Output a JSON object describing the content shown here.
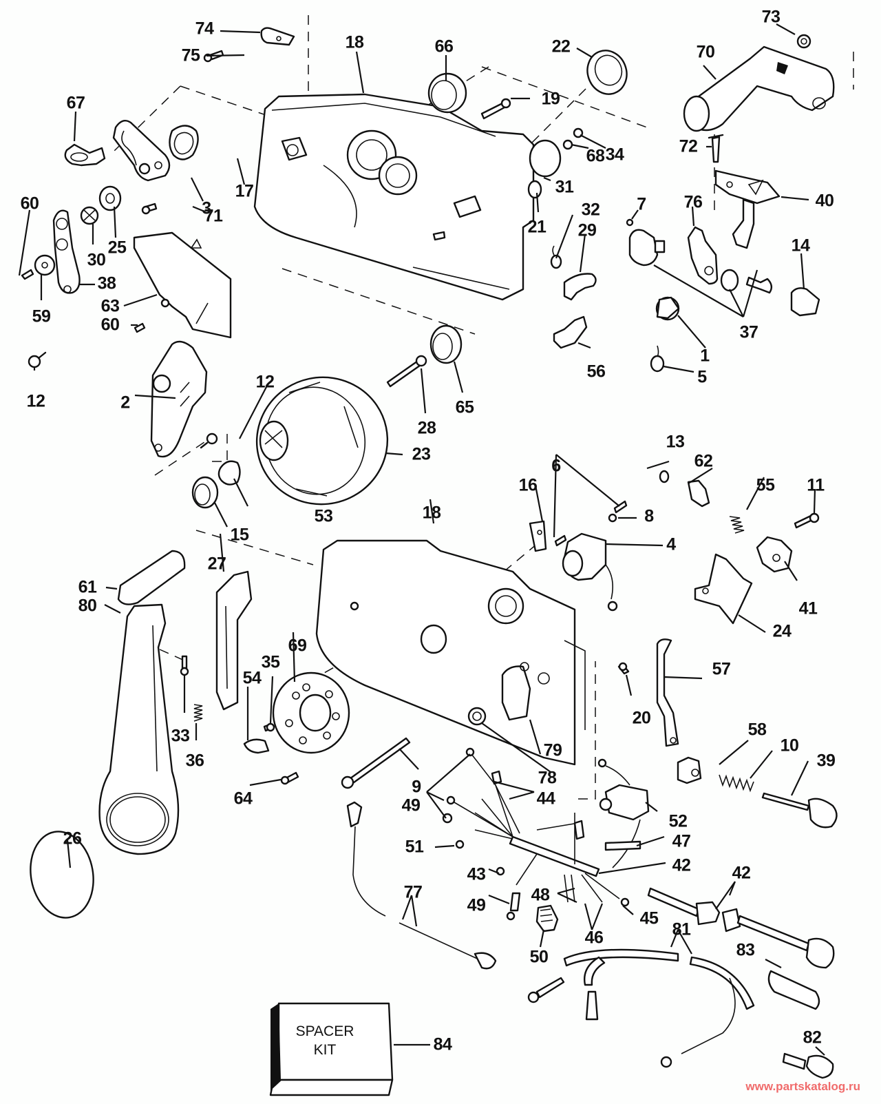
{
  "diagram": {
    "title": "Remote control exploded parts view",
    "kind": "exploded-parts-diagram",
    "callouts": [
      {
        "id": "c74",
        "label": "74",
        "part": "cover plate"
      },
      {
        "id": "c75",
        "label": "75",
        "part": "screw"
      },
      {
        "id": "c18a",
        "label": "18",
        "part": "housing, inner"
      },
      {
        "id": "c66",
        "label": "66",
        "part": "bushing"
      },
      {
        "id": "c22",
        "label": "22",
        "part": "seal ring"
      },
      {
        "id": "c73",
        "label": "73",
        "part": "nut"
      },
      {
        "id": "c70",
        "label": "70",
        "part": "control handle arm"
      },
      {
        "id": "c19",
        "label": "19",
        "part": "screw"
      },
      {
        "id": "c67",
        "label": "67",
        "part": "lever"
      },
      {
        "id": "c3",
        "label": "3",
        "part": "cam plate"
      },
      {
        "id": "c17",
        "label": "17",
        "part": "wave washer"
      },
      {
        "id": "c71",
        "label": "71",
        "part": "screw"
      },
      {
        "id": "c31",
        "label": "31",
        "part": "disc"
      },
      {
        "id": "c68",
        "label": "68",
        "part": "nut"
      },
      {
        "id": "c34",
        "label": "34",
        "part": "nut"
      },
      {
        "id": "c72",
        "label": "72",
        "part": "screw"
      },
      {
        "id": "c40",
        "label": "40",
        "part": "neutral lock lever"
      },
      {
        "id": "c60a",
        "label": "60",
        "part": "screw"
      },
      {
        "id": "c30",
        "label": "30",
        "part": "nut"
      },
      {
        "id": "c25",
        "label": "25",
        "part": "washer"
      },
      {
        "id": "c21",
        "label": "21",
        "part": "grommet"
      },
      {
        "id": "c7",
        "label": "7",
        "part": "screw"
      },
      {
        "id": "c76",
        "label": "76",
        "part": "bracket"
      },
      {
        "id": "c32",
        "label": "32",
        "part": "spring"
      },
      {
        "id": "c29",
        "label": "29",
        "part": "detent"
      },
      {
        "id": "c14",
        "label": "14",
        "part": "knob"
      },
      {
        "id": "c38",
        "label": "38",
        "part": "link arm"
      },
      {
        "id": "c59",
        "label": "59",
        "part": "washer"
      },
      {
        "id": "c63",
        "label": "63",
        "part": "decal plate"
      },
      {
        "id": "c60b",
        "label": "60",
        "part": "screw"
      },
      {
        "id": "c37",
        "label": "37",
        "part": "ignition switch kit"
      },
      {
        "id": "c1",
        "label": "1",
        "part": "cap"
      },
      {
        "id": "c5",
        "label": "5",
        "part": "spring clip"
      },
      {
        "id": "c56",
        "label": "56",
        "part": "detent"
      },
      {
        "id": "c12a",
        "label": "12",
        "part": "pin"
      },
      {
        "id": "c2",
        "label": "2",
        "part": "shift lever"
      },
      {
        "id": "c12b",
        "label": "12",
        "part": "pin"
      },
      {
        "id": "c28",
        "label": "28",
        "part": "shoulder screw"
      },
      {
        "id": "c65",
        "label": "65",
        "part": "bushing"
      },
      {
        "id": "c23",
        "label": "23",
        "part": "throttle gear"
      },
      {
        "id": "c53",
        "label": "53",
        "part": "wave washer"
      },
      {
        "id": "c15",
        "label": "15",
        "part": "bushing"
      },
      {
        "id": "c13",
        "label": "13",
        "part": "plunger"
      },
      {
        "id": "c62",
        "label": "62",
        "part": "slide"
      },
      {
        "id": "c16",
        "label": "16",
        "part": "retainer"
      },
      {
        "id": "c6",
        "label": "6",
        "part": "screw"
      },
      {
        "id": "c55",
        "label": "55",
        "part": "spring"
      },
      {
        "id": "c11",
        "label": "11",
        "part": "screw"
      },
      {
        "id": "c18b",
        "label": "18",
        "part": "housing, outer"
      },
      {
        "id": "c8",
        "label": "8",
        "part": "lockwasher"
      },
      {
        "id": "c4",
        "label": "4",
        "part": "warning horn"
      },
      {
        "id": "c41",
        "label": "41",
        "part": "switch"
      },
      {
        "id": "c24",
        "label": "24",
        "part": "lever"
      },
      {
        "id": "c27",
        "label": "27",
        "part": "trim switch carrier"
      },
      {
        "id": "c61",
        "label": "61",
        "part": "handle grip"
      },
      {
        "id": "c80",
        "label": "80",
        "part": "control handle"
      },
      {
        "id": "c57",
        "label": "57",
        "part": "arm"
      },
      {
        "id": "c69",
        "label": "69",
        "part": "detent plate"
      },
      {
        "id": "c35",
        "label": "35",
        "part": "screw"
      },
      {
        "id": "c54",
        "label": "54",
        "part": "clamp"
      },
      {
        "id": "c33",
        "label": "33",
        "part": "screw"
      },
      {
        "id": "c20",
        "label": "20",
        "part": "screw"
      },
      {
        "id": "c36",
        "label": "36",
        "part": "spring"
      },
      {
        "id": "c79",
        "label": "79",
        "part": "cover"
      },
      {
        "id": "c58",
        "label": "58",
        "part": "block"
      },
      {
        "id": "c10",
        "label": "10",
        "part": "spring"
      },
      {
        "id": "c39",
        "label": "39",
        "part": "plunger"
      },
      {
        "id": "c9",
        "label": "9",
        "part": "screw"
      },
      {
        "id": "c78",
        "label": "78",
        "part": "nut"
      },
      {
        "id": "c64",
        "label": "64",
        "part": "screw"
      },
      {
        "id": "c49a",
        "label": "49",
        "part": "terminal"
      },
      {
        "id": "c44",
        "label": "44",
        "part": "connector"
      },
      {
        "id": "c52",
        "label": "52",
        "part": "switch"
      },
      {
        "id": "c51",
        "label": "51",
        "part": "terminal"
      },
      {
        "id": "c47",
        "label": "47",
        "part": "connector"
      },
      {
        "id": "c42a",
        "label": "42",
        "part": "harness"
      },
      {
        "id": "c26",
        "label": "26",
        "part": "cover lens"
      },
      {
        "id": "c43",
        "label": "43",
        "part": "terminal"
      },
      {
        "id": "c48",
        "label": "48",
        "part": "sleeve"
      },
      {
        "id": "c42b",
        "label": "42",
        "part": "harness connector"
      },
      {
        "id": "c49b",
        "label": "49",
        "part": "terminal"
      },
      {
        "id": "c45",
        "label": "45",
        "part": "terminal"
      },
      {
        "id": "c77",
        "label": "77",
        "part": "lanyard"
      },
      {
        "id": "c46",
        "label": "46",
        "part": "terminal"
      },
      {
        "id": "c50",
        "label": "50",
        "part": "connector"
      },
      {
        "id": "c81",
        "label": "81",
        "part": "cable"
      },
      {
        "id": "c83",
        "label": "83",
        "part": "sleeve"
      },
      {
        "id": "c82",
        "label": "82",
        "part": "connector"
      },
      {
        "id": "c84",
        "label": "84",
        "part": "spacer kit"
      }
    ],
    "spacer_kit": {
      "line1": "SPACER",
      "line2": "KIT"
    },
    "watermark": "www.partskatalog.ru",
    "colors": {
      "ink": "#111111",
      "background": "#fdfefd",
      "watermark": "#f06b6b"
    }
  }
}
